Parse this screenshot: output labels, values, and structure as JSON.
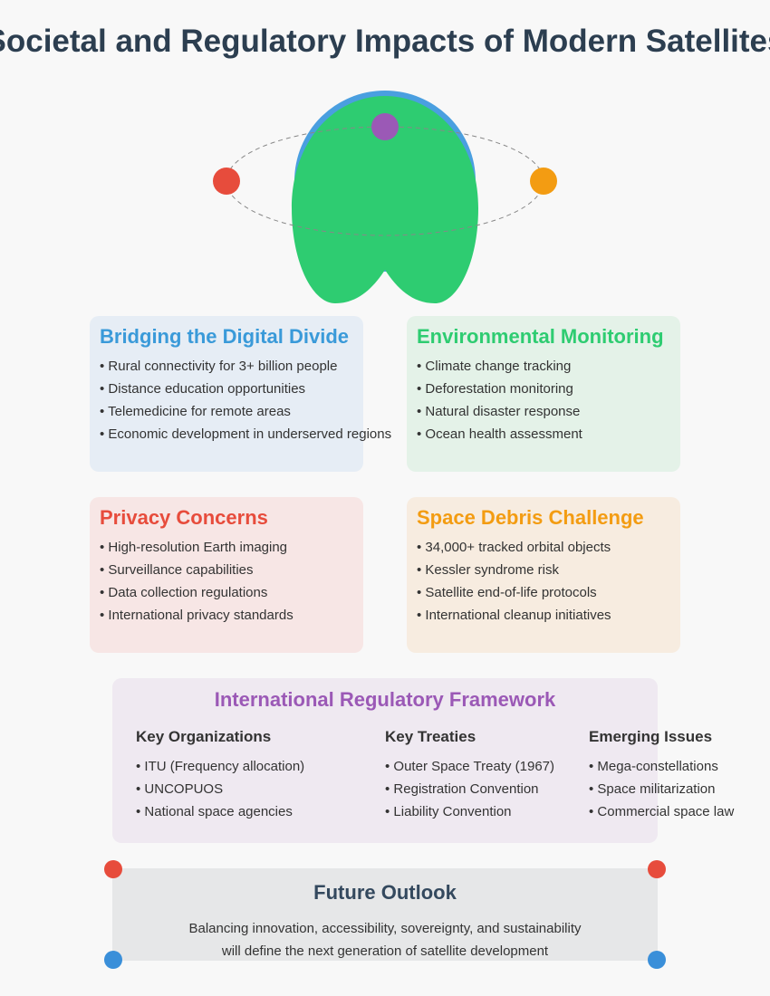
{
  "header": {
    "title": "Societal and Regulatory Impacts of Modern Satellites"
  },
  "colors": {
    "blue": "#3a9ad9",
    "green": "#2ecc71",
    "red": "#e74c3c",
    "orange": "#f39c12",
    "purple": "#9b59b6",
    "dark": "#2c3e50"
  },
  "cards": {
    "digital": {
      "title": "Bridging the Digital Divide",
      "items": [
        "Rural connectivity for 3+ billion people",
        "Distance education opportunities",
        "Telemedicine for remote areas",
        "Economic development in underserved regions"
      ]
    },
    "environment": {
      "title": "Environmental Monitoring",
      "items": [
        "Climate change tracking",
        "Deforestation monitoring",
        "Natural disaster response",
        "Ocean health assessment"
      ]
    },
    "privacy": {
      "title": "Privacy Concerns",
      "items": [
        "High-resolution Earth imaging",
        "Surveillance capabilities",
        "Data collection regulations",
        "International privacy standards"
      ]
    },
    "debris": {
      "title": "Space Debris Challenge",
      "items": [
        "34,000+ tracked orbital objects",
        "Kessler syndrome risk",
        "Satellite end-of-life protocols",
        "International cleanup initiatives"
      ]
    }
  },
  "framework": {
    "title": "International Regulatory Framework",
    "columns": [
      {
        "heading": "Key Organizations",
        "items": [
          "ITU (Frequency allocation)",
          "UNCOPUOS",
          "National space agencies"
        ]
      },
      {
        "heading": "Key Treaties",
        "items": [
          "Outer Space Treaty (1967)",
          "Registration Convention",
          "Liability Convention"
        ]
      },
      {
        "heading": "Emerging Issues",
        "items": [
          "Mega-constellations",
          "Space militarization",
          "Commercial space law"
        ]
      }
    ]
  },
  "outlook": {
    "title": "Future Outlook",
    "line1": "Balancing innovation, accessibility, sovereignty, and sustainability",
    "line2": "will define the next generation of satellite development"
  }
}
